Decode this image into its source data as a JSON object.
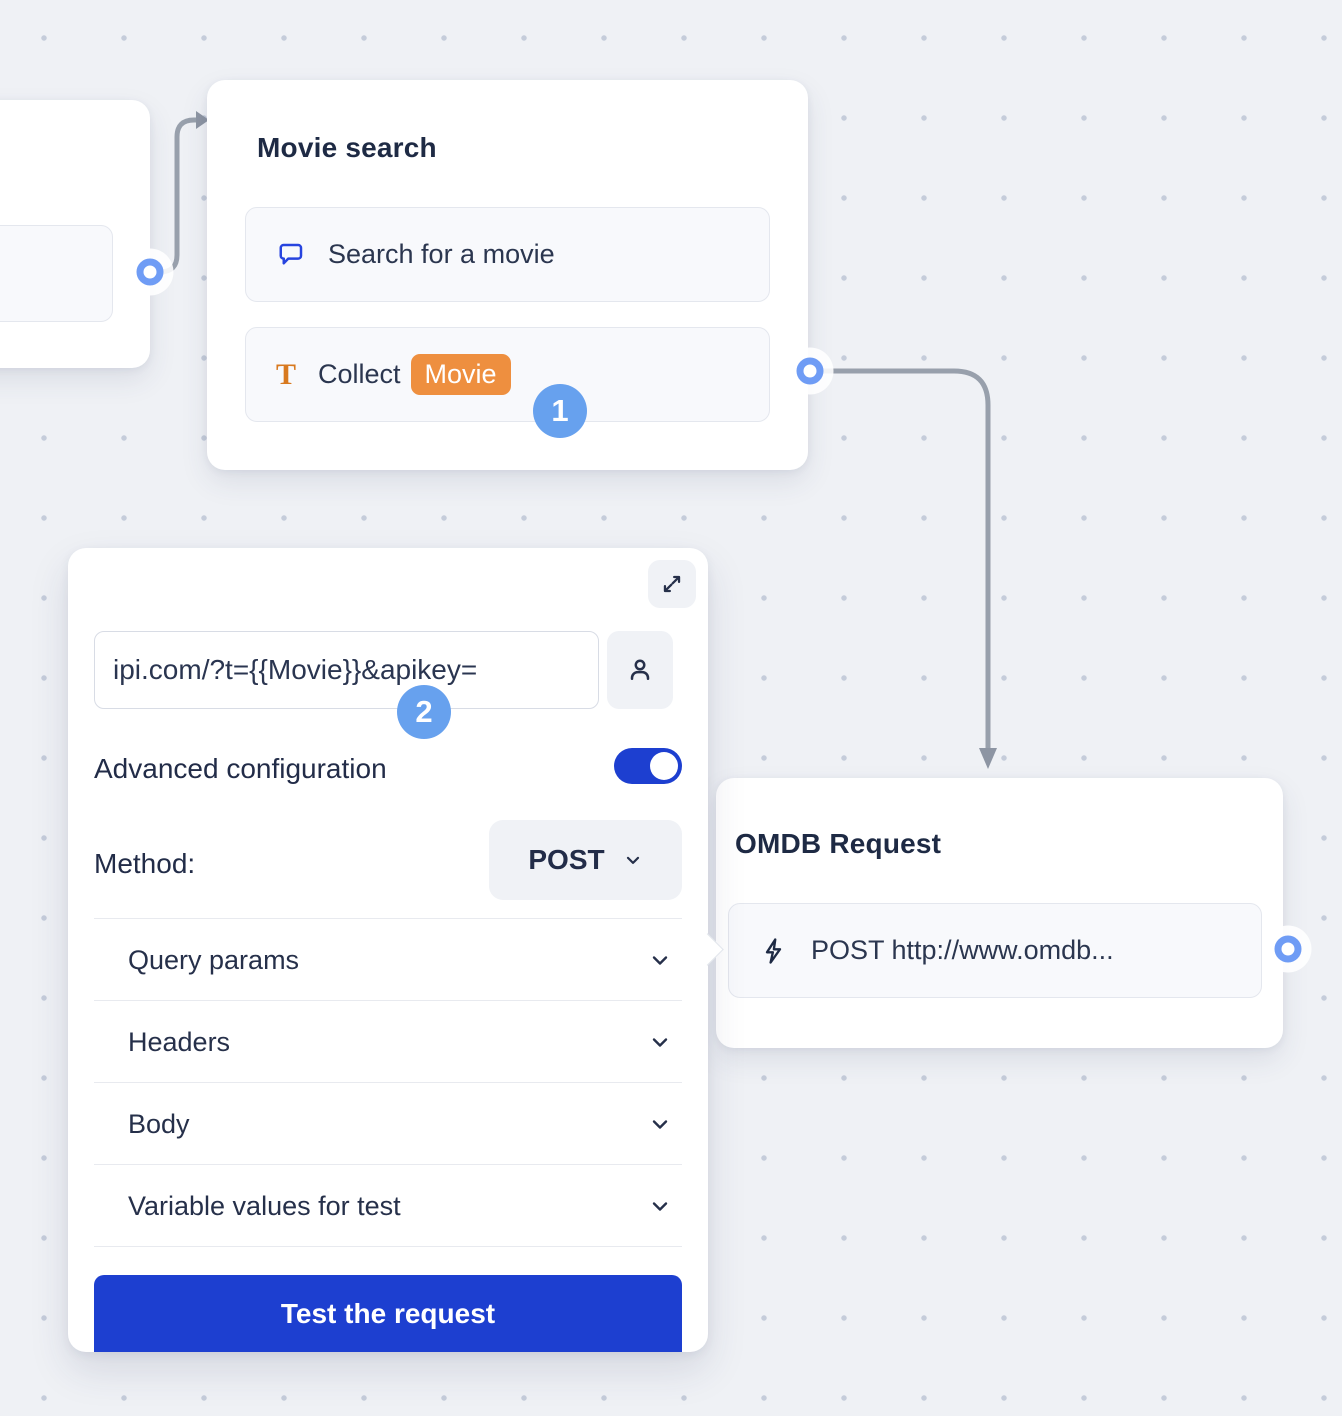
{
  "nodes": {
    "movie_search": {
      "title": "Movie search",
      "items": [
        {
          "icon": "chat-bubble-icon",
          "label": "Search for a movie"
        },
        {
          "icon": "text-input-icon",
          "label": "Collect",
          "chip": "Movie"
        }
      ]
    },
    "omdb_request": {
      "title": "OMDB Request",
      "items": [
        {
          "icon": "lightning-icon",
          "label": "POST http://www.omdb..."
        }
      ]
    }
  },
  "panel": {
    "url_value": "ipi.com/?t={{Movie}}&apikey=",
    "advanced_label": "Advanced configuration",
    "advanced_toggle_state": "on",
    "method_label": "Method:",
    "method_value": "POST",
    "sections": [
      "Query params",
      "Headers",
      "Body",
      "Variable values for test"
    ],
    "test_button_label": "Test the request"
  },
  "badges": {
    "step1": "1",
    "step2": "2"
  },
  "colors": {
    "accent_blue": "#1d3fd0",
    "badge_blue": "#67a1ee",
    "port_blue": "#6f9cf5",
    "chip_orange": "#ee8f3f",
    "icon_orange": "#d8791f",
    "icon_blue": "#2744df",
    "navy_text": "#1e2a44",
    "wire_gray": "#98a0ac",
    "canvas_bg": "#eff1f5",
    "dot_gray": "#c5ccda"
  }
}
